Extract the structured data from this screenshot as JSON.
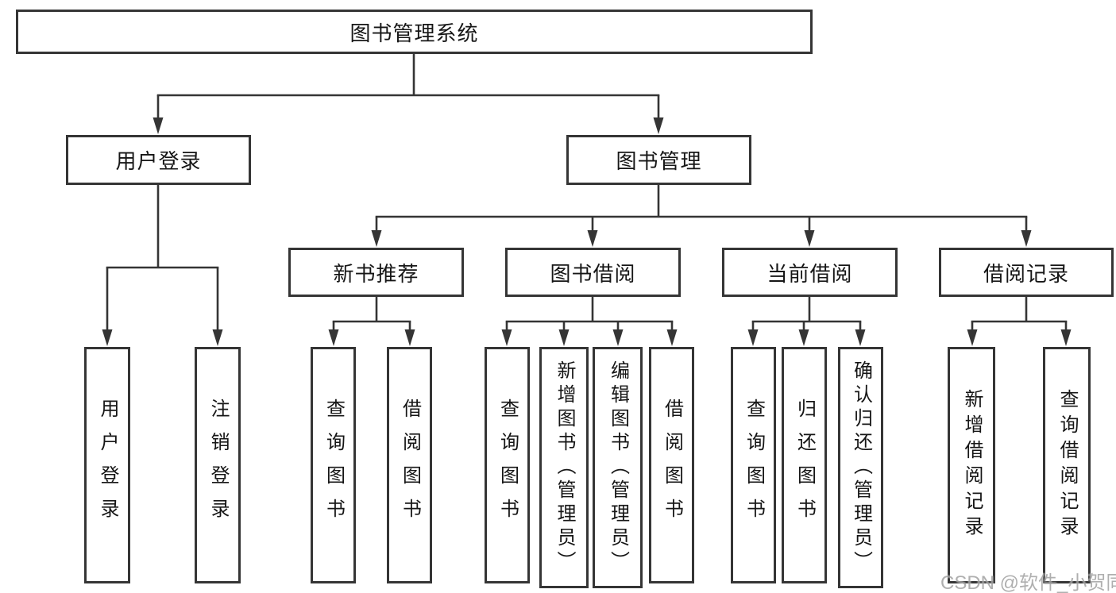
{
  "colors": {
    "line": "#353535",
    "box_border": "#353535",
    "text": "#161616",
    "background": "#ffffff",
    "watermark": "#a2a2a2"
  },
  "diagram": {
    "root": {
      "label": "图书管理系统"
    },
    "branches": [
      {
        "label": "用户登录",
        "children": [
          {
            "label": "用户登录"
          },
          {
            "label": "注销登录"
          }
        ]
      },
      {
        "label": "图书管理",
        "children": [
          {
            "label": "新书推荐",
            "children": [
              {
                "label": "查询图书"
              },
              {
                "label": "借阅图书"
              }
            ]
          },
          {
            "label": "图书借阅",
            "children": [
              {
                "label": "查询图书"
              },
              {
                "label": "新增图书（管理员）"
              },
              {
                "label": "编辑图书（管理员）"
              },
              {
                "label": "借阅图书"
              }
            ]
          },
          {
            "label": "当前借阅",
            "children": [
              {
                "label": "查询图书"
              },
              {
                "label": "归还图书"
              },
              {
                "label": "确认归还（管理员）"
              }
            ]
          },
          {
            "label": "借阅记录",
            "children": [
              {
                "label": "新增借阅记录"
              },
              {
                "label": "查询借阅记录"
              }
            ]
          }
        ]
      }
    ]
  },
  "watermark": {
    "text": "CSDN @软件_小贺同学"
  }
}
